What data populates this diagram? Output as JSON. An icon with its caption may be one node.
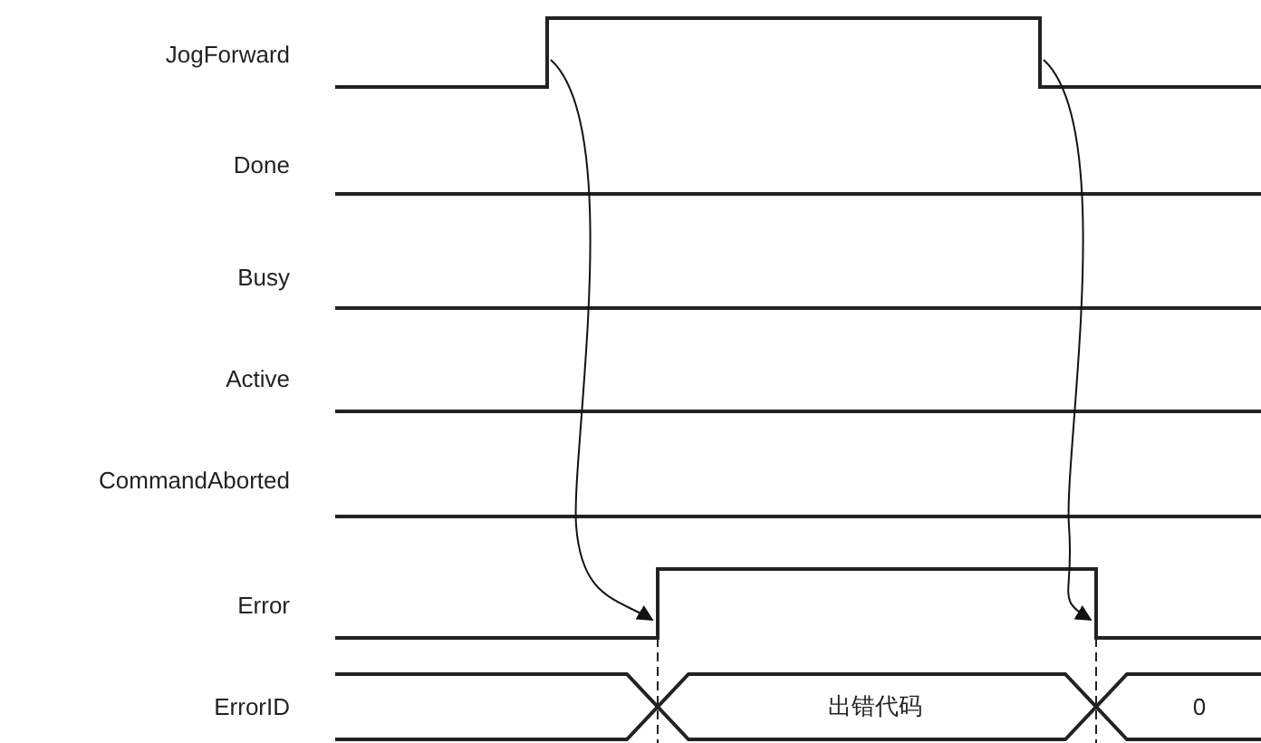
{
  "diagram": {
    "nodes": [
      {
        "text": [
          "JogForward"
        ]
      },
      {
        "text": [
          "Error"
        ]
      },
      {
        "text": [
          "ErrorID",
          "出错代码",
          "0"
        ]
      }
    ],
    "edges": [
      {
        "from": 0,
        "to": 1,
        "arrow": "to"
      },
      {
        "from": 0,
        "to": 1,
        "arrow": "to"
      }
    ],
    "labels": [
      "Done",
      "Busy",
      "Active",
      "CommandAborted"
    ]
  }
}
